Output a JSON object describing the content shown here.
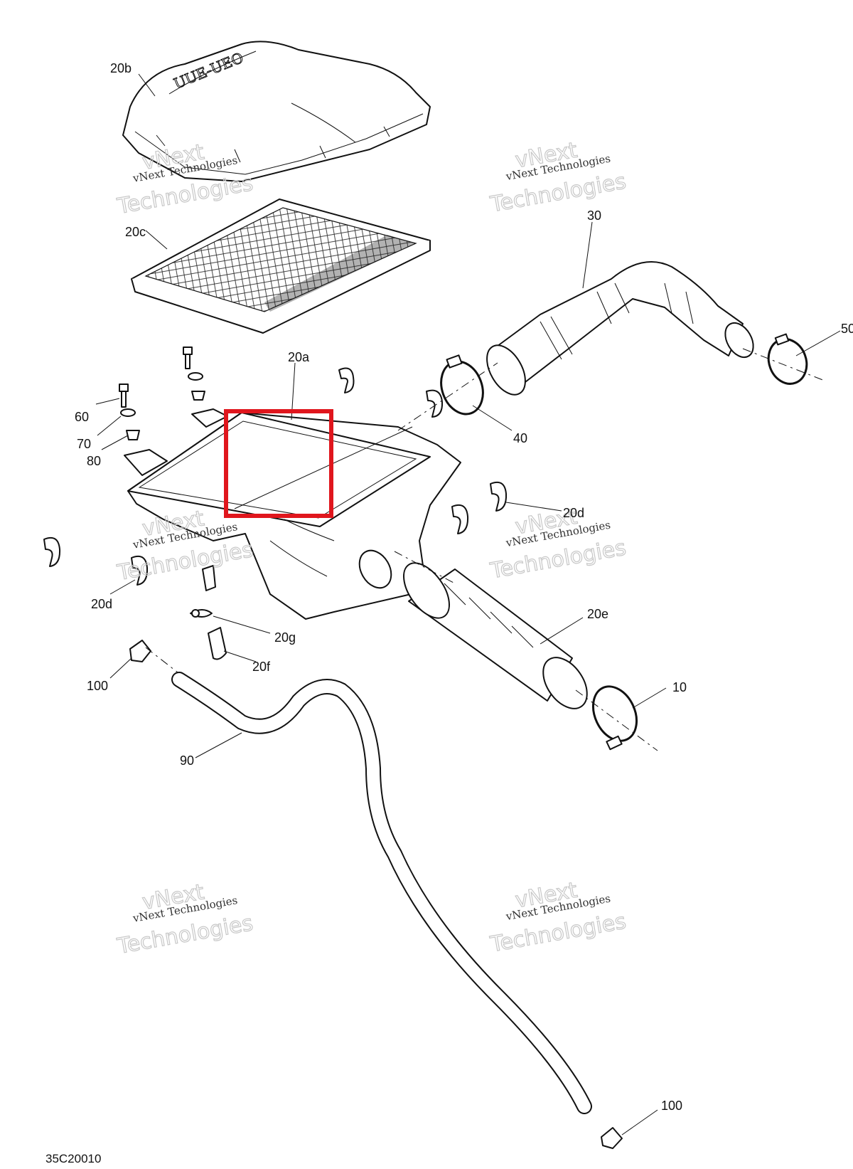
{
  "labels": {
    "l20b": "20b",
    "l20c": "20c",
    "l30": "30",
    "l50": "50",
    "l20a": "20a",
    "l60": "60",
    "l70": "70",
    "l80": "80",
    "l40": "40",
    "l20d_right": "20d",
    "l20d_left": "20d",
    "l20e": "20e",
    "l20g": "20g",
    "l20f": "20f",
    "l100_top": "100",
    "l10": "10",
    "l90": "90",
    "l100_bottom": "100"
  },
  "watermark": {
    "line1": "vNext Technologies",
    "line2": "Technologies",
    "line3": "vNext"
  },
  "figure_code": "35C20010",
  "colors": {
    "highlight": "#e0161d",
    "ink": "#111111",
    "watermark": "#c8c8c8"
  }
}
